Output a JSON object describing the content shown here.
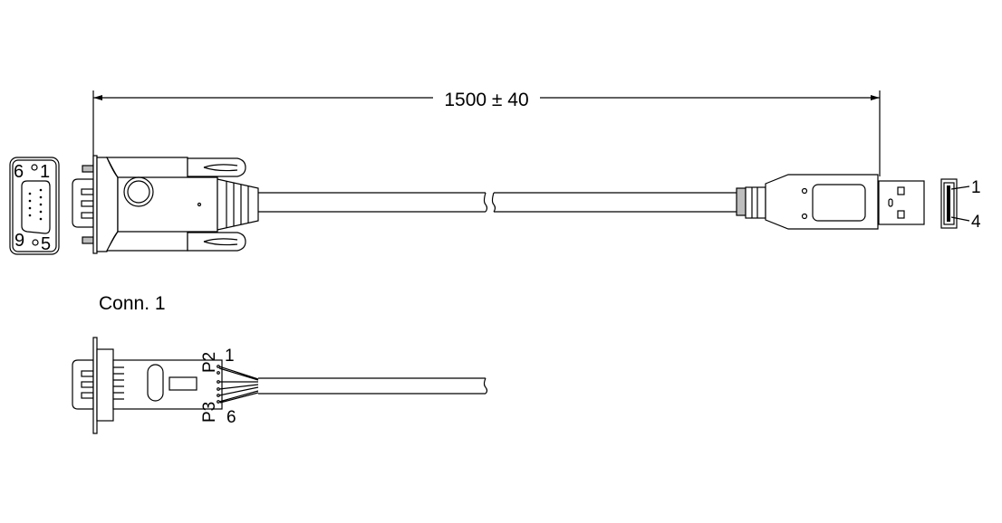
{
  "dimension": {
    "label": "1500 ± 40"
  },
  "db9_face": {
    "pin_labels": [
      "6",
      "1",
      "9",
      "5"
    ]
  },
  "usb_face": {
    "pin_labels": [
      "1",
      "4"
    ]
  },
  "bottom_view": {
    "title": "Conn. 1",
    "labels": {
      "p2": "P2",
      "p3": "P3",
      "pin_first": "1",
      "pin_last": "6"
    }
  }
}
